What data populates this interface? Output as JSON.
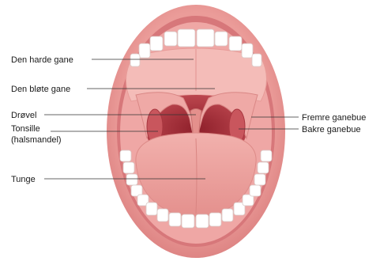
{
  "diagram": {
    "labels": {
      "hard_palate": "Den harde gane",
      "soft_palate": "Den bløte gane",
      "uvula": "Drøvel",
      "tonsil_line1": "Tonsille",
      "tonsil_line2": "(halsmandel)",
      "tongue": "Tunge",
      "anterior_arch": "Fremre ganebue",
      "posterior_arch": "Bakre ganebue"
    },
    "colors": {
      "lips": "#e8908e",
      "lip_shadow": "#d06e70",
      "gums": "#efa7a5",
      "palate": "#f3b9b5",
      "throat": "#b3343e",
      "tongue": "#eea8a4",
      "teeth": "#ffffff",
      "leader_line": "#333333"
    }
  }
}
